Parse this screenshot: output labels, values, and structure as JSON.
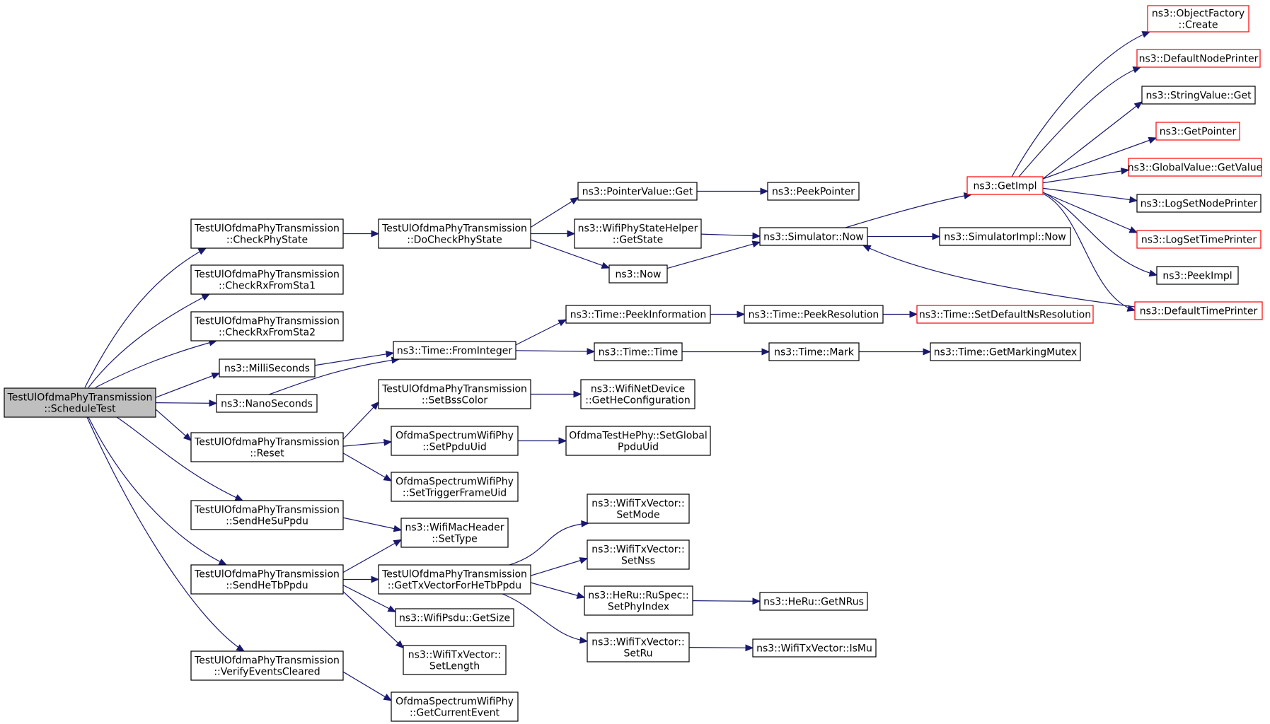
{
  "colors": {
    "edge": "#191970",
    "border_normal": "#000000",
    "border_external": "#ff0000",
    "root_fill": "#bfbfbf",
    "node_fill": "#ffffff"
  },
  "nodes": [
    {
      "id": "root",
      "lines": [
        "TestUlOfdmaPhyTransmission",
        "::ScheduleTest"
      ],
      "style": "root"
    },
    {
      "id": "checkPhyState",
      "lines": [
        "TestUlOfdmaPhyTransmission",
        "::CheckPhyState"
      ],
      "style": "normal"
    },
    {
      "id": "checkRx1",
      "lines": [
        "TestUlOfdmaPhyTransmission",
        "::CheckRxFromSta1"
      ],
      "style": "normal"
    },
    {
      "id": "checkRx2",
      "lines": [
        "TestUlOfdmaPhyTransmission",
        "::CheckRxFromSta2"
      ],
      "style": "normal"
    },
    {
      "id": "milli",
      "lines": [
        "ns3::MilliSeconds"
      ],
      "style": "normal"
    },
    {
      "id": "nano",
      "lines": [
        "ns3::NanoSeconds"
      ],
      "style": "normal"
    },
    {
      "id": "reset",
      "lines": [
        "TestUlOfdmaPhyTransmission",
        "::Reset"
      ],
      "style": "normal"
    },
    {
      "id": "sendHeSu",
      "lines": [
        "TestUlOfdmaPhyTransmission",
        "::SendHeSuPpdu"
      ],
      "style": "normal"
    },
    {
      "id": "sendHeTb",
      "lines": [
        "TestUlOfdmaPhyTransmission",
        "::SendHeTbPpdu"
      ],
      "style": "normal"
    },
    {
      "id": "verify",
      "lines": [
        "TestUlOfdmaPhyTransmission",
        "::VerifyEventsCleared"
      ],
      "style": "normal"
    },
    {
      "id": "doCheck",
      "lines": [
        "TestUlOfdmaPhyTransmission",
        "::DoCheckPhyState"
      ],
      "style": "normal"
    },
    {
      "id": "fromInteger",
      "lines": [
        "ns3::Time::FromInteger"
      ],
      "style": "normal"
    },
    {
      "id": "setBss",
      "lines": [
        "TestUlOfdmaPhyTransmission",
        "::SetBssColor"
      ],
      "style": "normal"
    },
    {
      "id": "setPpduUid",
      "lines": [
        "OfdmaSpectrumWifiPhy",
        "::SetPpduUid"
      ],
      "style": "normal"
    },
    {
      "id": "setTrigger",
      "lines": [
        "OfdmaSpectrumWifiPhy",
        "::SetTriggerFrameUid"
      ],
      "style": "normal"
    },
    {
      "id": "macSetType",
      "lines": [
        "ns3::WifiMacHeader",
        "::SetType"
      ],
      "style": "normal"
    },
    {
      "id": "getTxVec",
      "lines": [
        "TestUlOfdmaPhyTransmission",
        "::GetTxVectorForHeTbPpdu"
      ],
      "style": "normal"
    },
    {
      "id": "psduSize",
      "lines": [
        "ns3::WifiPsdu::GetSize"
      ],
      "style": "normal"
    },
    {
      "id": "setLength",
      "lines": [
        "ns3::WifiTxVector::",
        "SetLength"
      ],
      "style": "normal"
    },
    {
      "id": "getCurEvent",
      "lines": [
        "OfdmaSpectrumWifiPhy",
        "::GetCurrentEvent"
      ],
      "style": "normal"
    },
    {
      "id": "pvGet",
      "lines": [
        "ns3::PointerValue::Get"
      ],
      "style": "normal"
    },
    {
      "id": "stateGet",
      "lines": [
        "ns3::WifiPhyStateHelper",
        "::GetState"
      ],
      "style": "normal"
    },
    {
      "id": "now",
      "lines": [
        "ns3::Now"
      ],
      "style": "normal"
    },
    {
      "id": "peekInfo",
      "lines": [
        "ns3::Time::PeekInformation"
      ],
      "style": "normal"
    },
    {
      "id": "timeTime",
      "lines": [
        "ns3::Time::Time"
      ],
      "style": "normal"
    },
    {
      "id": "heConfig",
      "lines": [
        "ns3::WifiNetDevice",
        "::GetHeConfiguration"
      ],
      "style": "normal"
    },
    {
      "id": "setGlobal",
      "lines": [
        "OfdmaTestHePhy::SetGlobal",
        "PpduUid"
      ],
      "style": "normal"
    },
    {
      "id": "setMode",
      "lines": [
        "ns3::WifiTxVector::",
        "SetMode"
      ],
      "style": "normal"
    },
    {
      "id": "setNss",
      "lines": [
        "ns3::WifiTxVector::",
        "SetNss"
      ],
      "style": "normal"
    },
    {
      "id": "phyIndex",
      "lines": [
        "ns3::HeRu::RuSpec::",
        "SetPhyIndex"
      ],
      "style": "normal"
    },
    {
      "id": "setRu",
      "lines": [
        "ns3::WifiTxVector::",
        "SetRu"
      ],
      "style": "normal"
    },
    {
      "id": "peekPtr",
      "lines": [
        "ns3::PeekPointer"
      ],
      "style": "normal"
    },
    {
      "id": "simNow",
      "lines": [
        "ns3::Simulator::Now"
      ],
      "style": "normal"
    },
    {
      "id": "peekRes",
      "lines": [
        "ns3::Time::PeekResolution"
      ],
      "style": "normal"
    },
    {
      "id": "mark",
      "lines": [
        "ns3::Time::Mark"
      ],
      "style": "normal"
    },
    {
      "id": "getNRus",
      "lines": [
        "ns3::HeRu::GetNRus"
      ],
      "style": "normal"
    },
    {
      "id": "isMu",
      "lines": [
        "ns3::WifiTxVector::IsMu"
      ],
      "style": "normal"
    },
    {
      "id": "getImpl",
      "lines": [
        "ns3::GetImpl"
      ],
      "style": "external"
    },
    {
      "id": "simImplNow",
      "lines": [
        "ns3::SimulatorImpl::Now"
      ],
      "style": "normal"
    },
    {
      "id": "setDefRes",
      "lines": [
        "ns3::Time::SetDefaultNsResolution"
      ],
      "style": "external"
    },
    {
      "id": "markMutex",
      "lines": [
        "ns3::Time::GetMarkingMutex"
      ],
      "style": "normal"
    },
    {
      "id": "objCreate",
      "lines": [
        "ns3::ObjectFactory",
        "::Create"
      ],
      "style": "external"
    },
    {
      "id": "defNode",
      "lines": [
        "ns3::DefaultNodePrinter"
      ],
      "style": "external"
    },
    {
      "id": "strGet",
      "lines": [
        "ns3::StringValue::Get"
      ],
      "style": "normal"
    },
    {
      "id": "getPtr",
      "lines": [
        "ns3::GetPointer"
      ],
      "style": "external"
    },
    {
      "id": "gvGet",
      "lines": [
        "ns3::GlobalValue::GetValue"
      ],
      "style": "external"
    },
    {
      "id": "logNode",
      "lines": [
        "ns3::LogSetNodePrinter"
      ],
      "style": "normal"
    },
    {
      "id": "logTime",
      "lines": [
        "ns3::LogSetTimePrinter"
      ],
      "style": "external"
    },
    {
      "id": "peekImpl",
      "lines": [
        "ns3::PeekImpl"
      ],
      "style": "normal"
    },
    {
      "id": "defTime",
      "lines": [
        "ns3::DefaultTimePrinter"
      ],
      "style": "external"
    }
  ],
  "edges": [
    {
      "from": "root",
      "to": "checkPhyState"
    },
    {
      "from": "root",
      "to": "checkRx1"
    },
    {
      "from": "root",
      "to": "checkRx2"
    },
    {
      "from": "root",
      "to": "milli"
    },
    {
      "from": "root",
      "to": "nano"
    },
    {
      "from": "root",
      "to": "reset"
    },
    {
      "from": "root",
      "to": "sendHeSu"
    },
    {
      "from": "root",
      "to": "sendHeTb"
    },
    {
      "from": "root",
      "to": "verify"
    },
    {
      "from": "checkPhyState",
      "to": "doCheck"
    },
    {
      "from": "doCheck",
      "to": "pvGet"
    },
    {
      "from": "doCheck",
      "to": "stateGet"
    },
    {
      "from": "doCheck",
      "to": "now"
    },
    {
      "from": "pvGet",
      "to": "peekPtr"
    },
    {
      "from": "stateGet",
      "to": "simNow"
    },
    {
      "from": "now",
      "to": "simNow"
    },
    {
      "from": "simNow",
      "to": "getImpl"
    },
    {
      "from": "simNow",
      "to": "simImplNow"
    },
    {
      "from": "getImpl",
      "to": "objCreate"
    },
    {
      "from": "getImpl",
      "to": "defNode"
    },
    {
      "from": "getImpl",
      "to": "strGet"
    },
    {
      "from": "getImpl",
      "to": "getPtr"
    },
    {
      "from": "getImpl",
      "to": "gvGet"
    },
    {
      "from": "getImpl",
      "to": "logNode"
    },
    {
      "from": "getImpl",
      "to": "logTime"
    },
    {
      "from": "getImpl",
      "to": "peekImpl"
    },
    {
      "from": "getImpl",
      "to": "defTime"
    },
    {
      "from": "defTime",
      "to": "simNow"
    },
    {
      "from": "milli",
      "to": "fromInteger"
    },
    {
      "from": "nano",
      "to": "fromInteger"
    },
    {
      "from": "fromInteger",
      "to": "peekInfo"
    },
    {
      "from": "fromInteger",
      "to": "timeTime"
    },
    {
      "from": "peekInfo",
      "to": "peekRes"
    },
    {
      "from": "peekRes",
      "to": "setDefRes"
    },
    {
      "from": "timeTime",
      "to": "mark"
    },
    {
      "from": "mark",
      "to": "markMutex"
    },
    {
      "from": "reset",
      "to": "setBss"
    },
    {
      "from": "reset",
      "to": "setPpduUid"
    },
    {
      "from": "reset",
      "to": "setTrigger"
    },
    {
      "from": "setBss",
      "to": "heConfig"
    },
    {
      "from": "setPpduUid",
      "to": "setGlobal"
    },
    {
      "from": "sendHeSu",
      "to": "macSetType"
    },
    {
      "from": "sendHeTb",
      "to": "macSetType"
    },
    {
      "from": "sendHeTb",
      "to": "getTxVec"
    },
    {
      "from": "sendHeTb",
      "to": "psduSize"
    },
    {
      "from": "sendHeTb",
      "to": "setLength"
    },
    {
      "from": "getTxVec",
      "to": "setMode"
    },
    {
      "from": "getTxVec",
      "to": "setNss"
    },
    {
      "from": "getTxVec",
      "to": "phyIndex"
    },
    {
      "from": "getTxVec",
      "to": "setRu"
    },
    {
      "from": "phyIndex",
      "to": "getNRus"
    },
    {
      "from": "setRu",
      "to": "isMu"
    },
    {
      "from": "verify",
      "to": "getCurEvent"
    }
  ]
}
